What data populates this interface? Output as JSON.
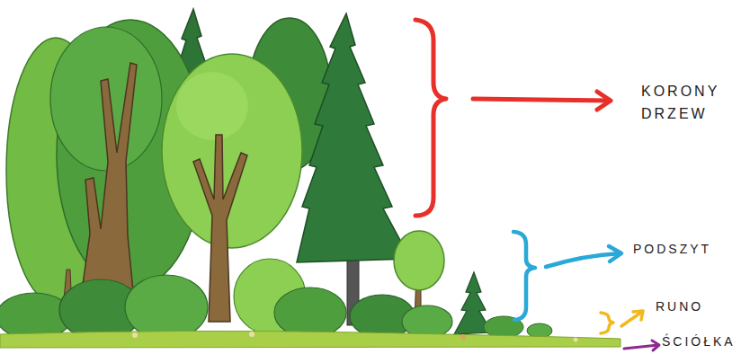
{
  "diagram": {
    "labels": [
      "KORONY DRZEW",
      "PODSZYT",
      "RUNO",
      "ŚCIÓŁKA"
    ]
  }
}
